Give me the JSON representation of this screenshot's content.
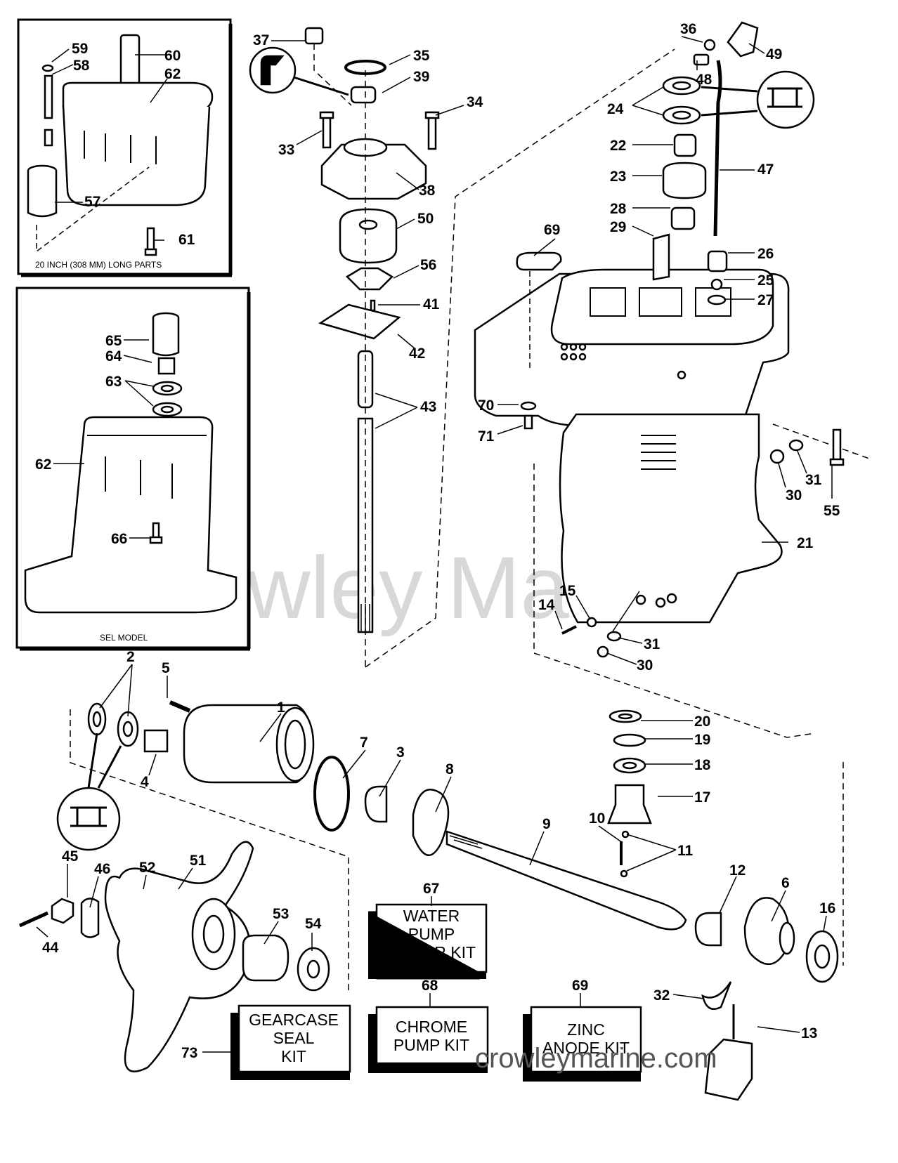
{
  "watermark": "Crowley Marine",
  "watermark_url": "crowleymarine.com",
  "inset_top_caption": "20 INCH (308 MM) LONG PARTS",
  "inset_bottom_caption": "SEL MODEL",
  "kits": {
    "water_pump": [
      "WATER",
      "PUMP",
      "REPAIR KIT"
    ],
    "chrome_pump": [
      "CHROME",
      "PUMP KIT"
    ],
    "zinc_anode": [
      "ZINC",
      "ANODE KIT"
    ],
    "gearcase_seal": [
      "GEARCASE",
      "SEAL",
      "KIT"
    ]
  },
  "part_numbers": [
    "59",
    "60",
    "58",
    "62",
    "57",
    "61",
    "37",
    "35",
    "39",
    "34",
    "33",
    "38",
    "50",
    "56",
    "41",
    "42",
    "43",
    "36",
    "49",
    "48",
    "24",
    "22",
    "47",
    "23",
    "28",
    "29",
    "26",
    "25",
    "27",
    "69",
    "70",
    "71",
    "31",
    "30",
    "55",
    "21",
    "15",
    "14",
    "31",
    "30",
    "65",
    "64",
    "63",
    "62",
    "66",
    "2",
    "5",
    "1",
    "4",
    "7",
    "3",
    "8",
    "9",
    "20",
    "19",
    "18",
    "17",
    "10",
    "11",
    "12",
    "6",
    "16",
    "52",
    "51",
    "45",
    "46",
    "44",
    "53",
    "54",
    "67",
    "68",
    "69",
    "32",
    "13",
    "73"
  ]
}
